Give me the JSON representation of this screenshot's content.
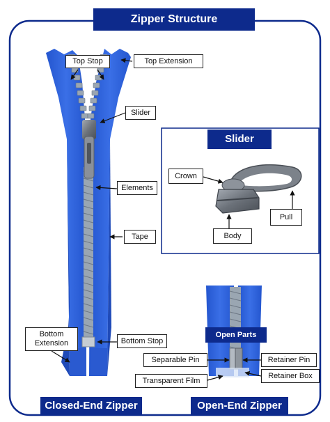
{
  "title": "Zipper Structure",
  "slider_panel": {
    "title": "Slider"
  },
  "open_parts_badge": "Open Parts",
  "captions": {
    "closed_end": "Closed-End Zipper",
    "open_end": "Open-End Zipper"
  },
  "labels": {
    "top_stop": "Top Stop",
    "top_extension": "Top Extension",
    "slider": "Slider",
    "elements": "Elements",
    "tape": "Tape",
    "bottom_extension_line1": "Bottom",
    "bottom_extension_line2": "Extension",
    "bottom_stop": "Bottom Stop",
    "crown": "Crown",
    "body": "Body",
    "pull": "Pull",
    "separable_pin": "Separable Pin",
    "retainer_pin": "Retainer Pin",
    "transparent_film": "Transparent Film",
    "retainer_box": "Retainer Box"
  },
  "colors": {
    "navy": "#0d2a8c",
    "tape_blue": "#2c5fd6",
    "tape_blue_dark": "#1e45b0",
    "teeth_gray": "#9aa6b2",
    "metal": "#6e747c"
  }
}
